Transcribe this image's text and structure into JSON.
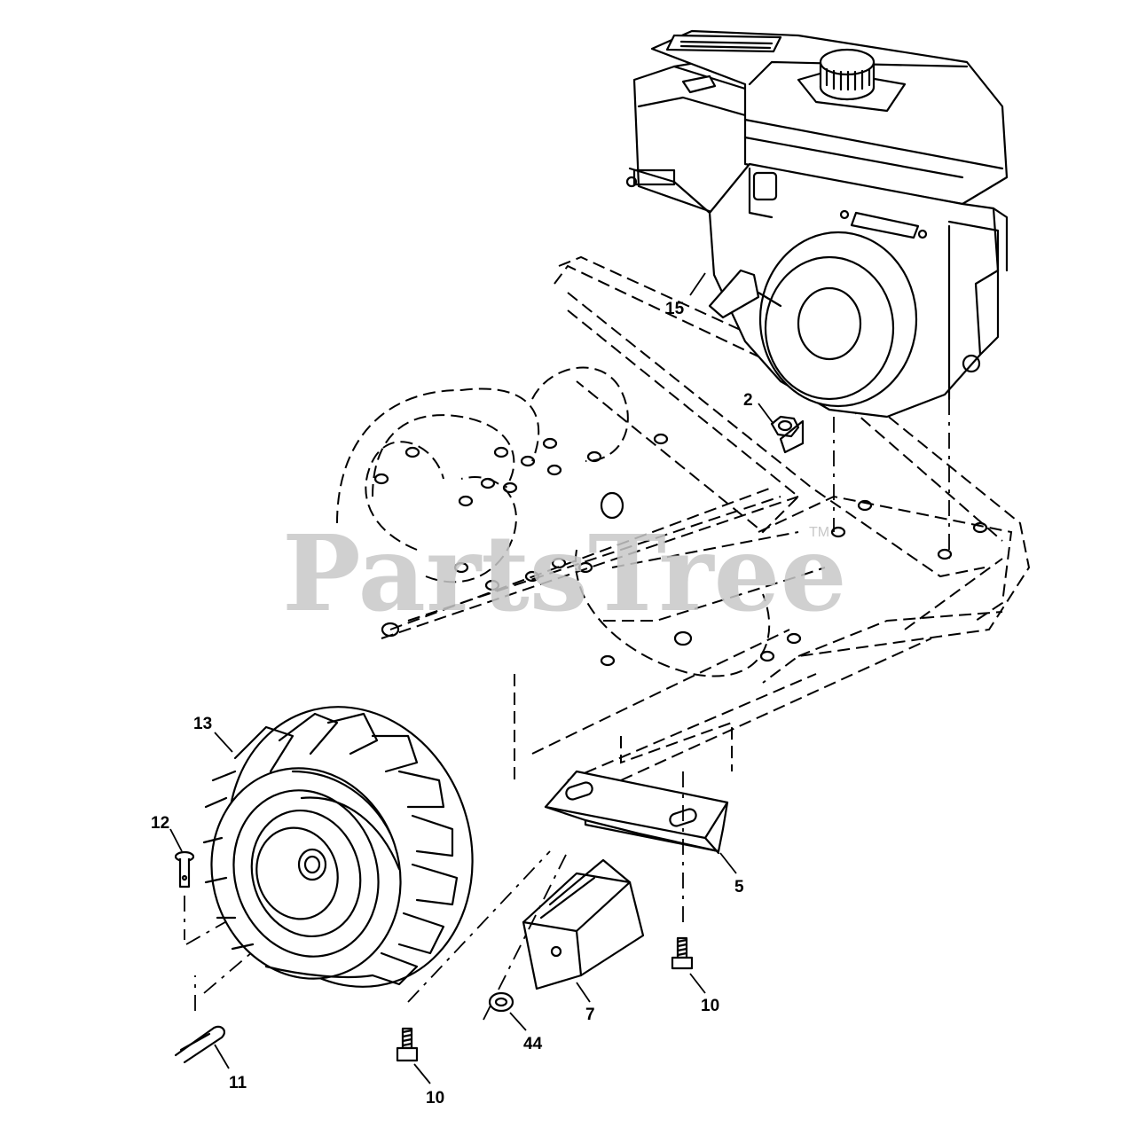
{
  "watermark": {
    "text": "PartsTree",
    "trademark": "TM"
  },
  "callouts": {
    "c15": "15",
    "c2": "2",
    "c13": "13",
    "c12": "12",
    "c5": "5",
    "c10_right": "10",
    "c7": "7",
    "c44": "44",
    "c11": "11",
    "c10_bottom": "10"
  },
  "parts": [
    {
      "number": "2",
      "name": "hex-nut"
    },
    {
      "number": "5",
      "name": "engine-bracket"
    },
    {
      "number": "7",
      "name": "weight-block"
    },
    {
      "number": "10",
      "name": "bolt"
    },
    {
      "number": "11",
      "name": "hairpin-clip"
    },
    {
      "number": "12",
      "name": "clevis-pin"
    },
    {
      "number": "13",
      "name": "wheel-tire"
    },
    {
      "number": "15",
      "name": "engine"
    },
    {
      "number": "44",
      "name": "lock-nut"
    }
  ]
}
